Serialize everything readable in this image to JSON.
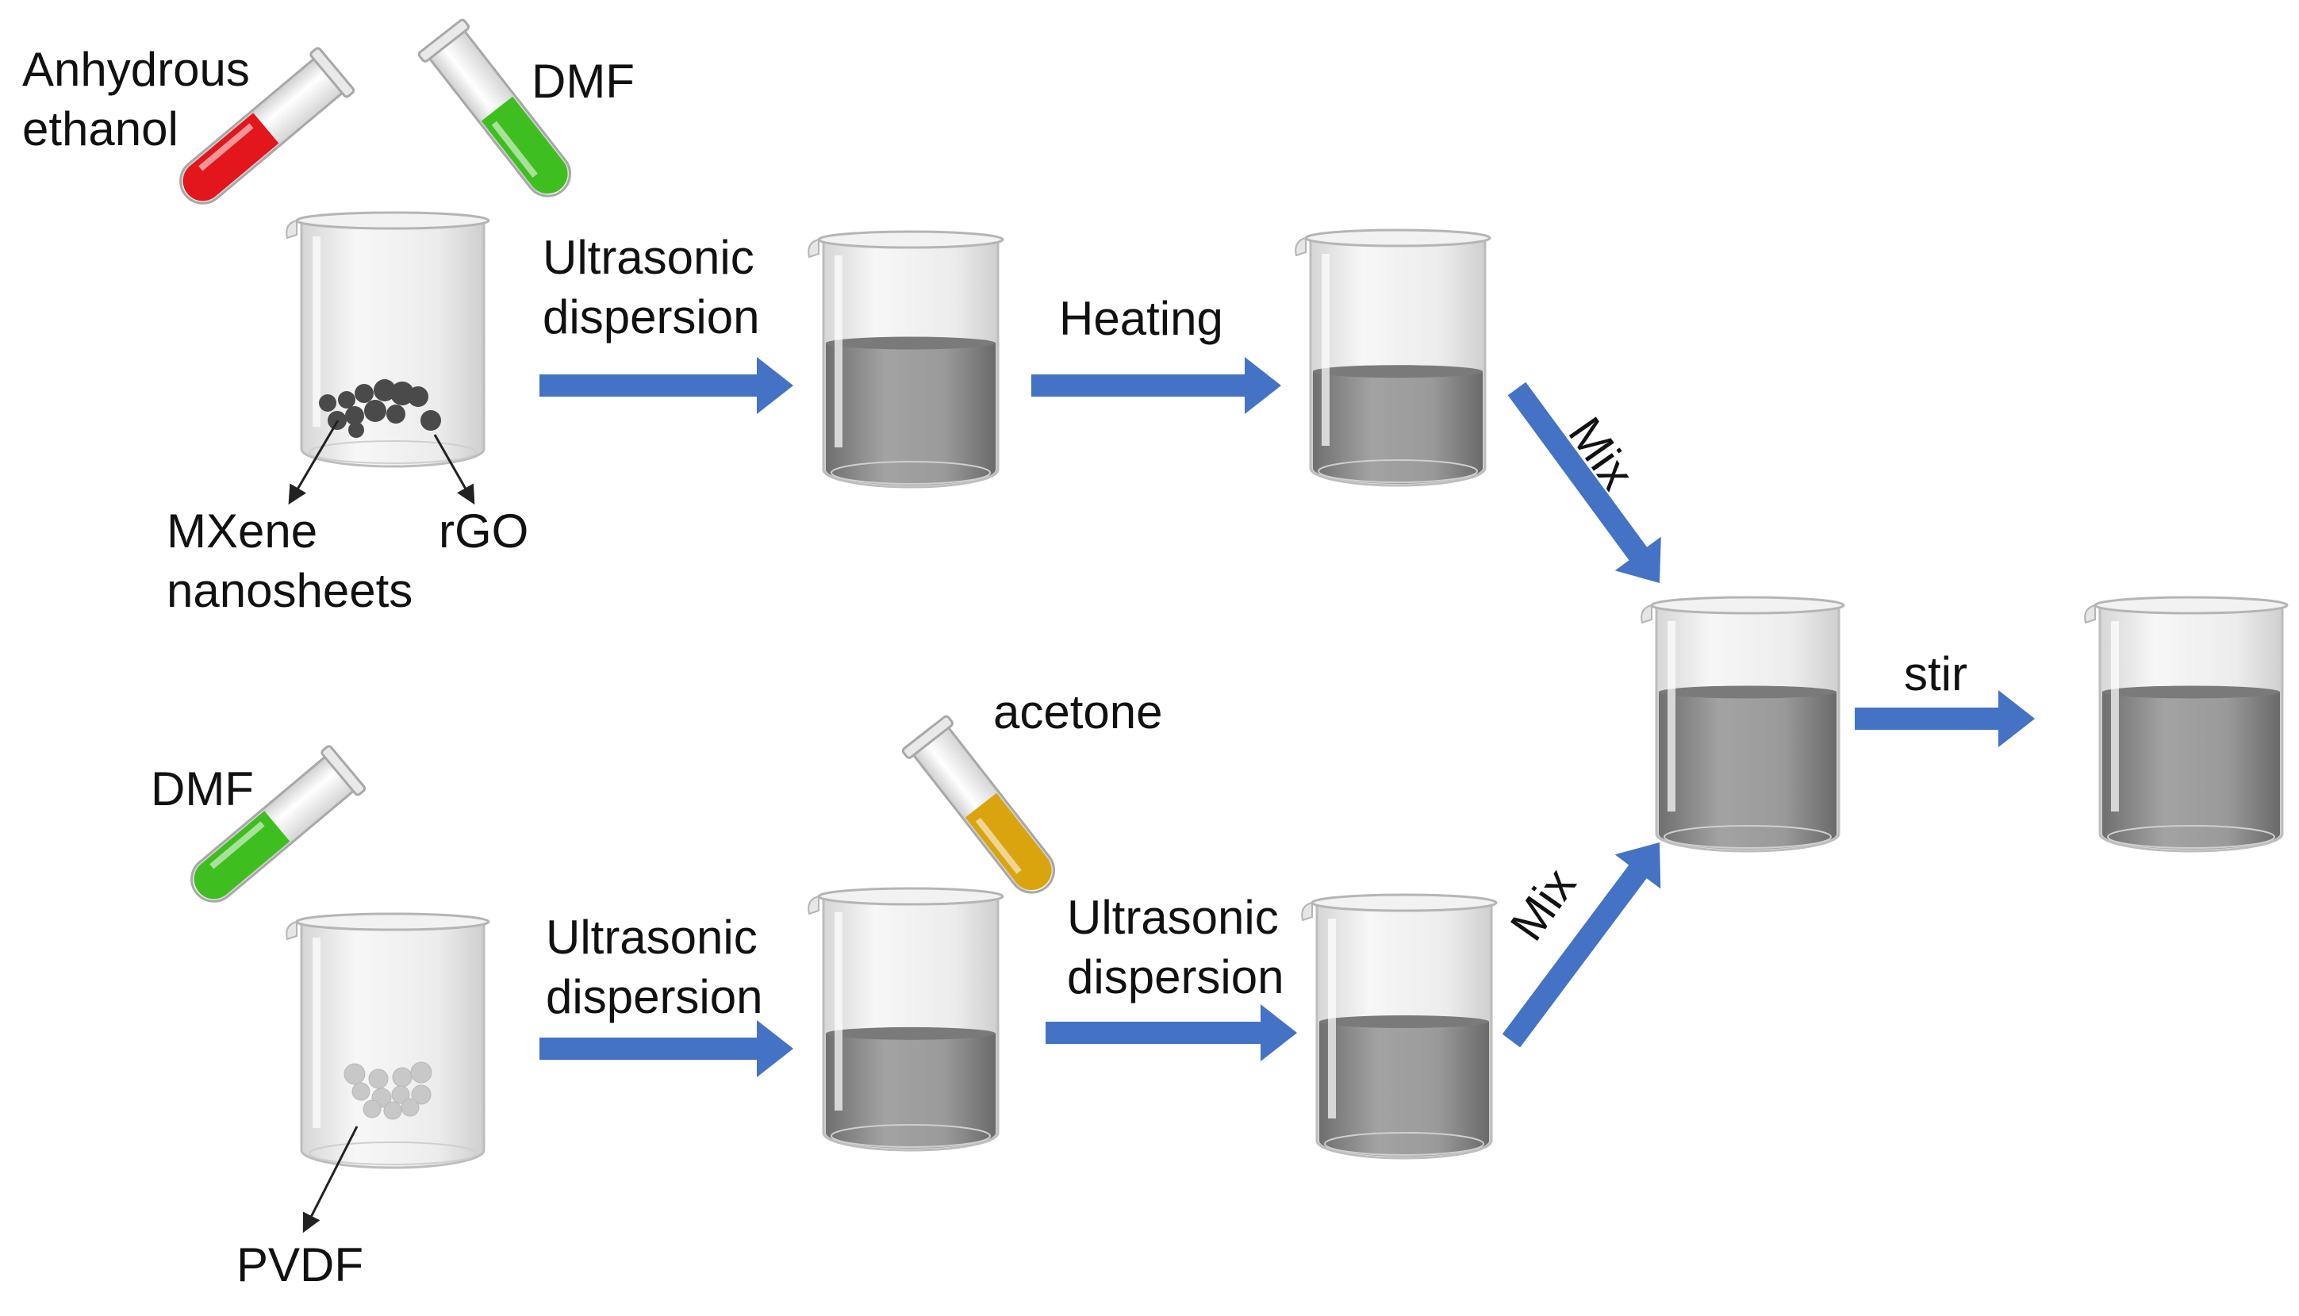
{
  "colors": {
    "arrow": "#4472C4",
    "ethanol": "#E3161B",
    "dmf": "#3FBF1F",
    "acetone": "#D9A40E",
    "liquid_dark": "#8a8a8a",
    "mxene_particle": "#4a4a4a",
    "pvdf_particle": "#c8c8c8"
  },
  "labels": {
    "ethanol_line1": "Anhydrous",
    "ethanol_line2": "ethanol",
    "dmf_top": "DMF",
    "dmf_bottom": "DMF",
    "acetone": "acetone",
    "ultrasonic_top_1": "Ultrasonic",
    "ultrasonic_top_2": "dispersion",
    "heating": "Heating",
    "mix_top": "Mix",
    "mix_bottom": "Mix",
    "stir": "stir",
    "ultrasonic_bl_1": "Ultrasonic",
    "ultrasonic_bl_2": "dispersion",
    "ultrasonic_br_1": "Ultrasonic",
    "ultrasonic_br_2": "dispersion",
    "mxene_1": "MXene",
    "mxene_2": "nanosheets",
    "rgo": "rGO",
    "pvdf": "PVDF"
  },
  "icons": [
    "test-tube-icon",
    "beaker-icon",
    "arrow-icon"
  ]
}
